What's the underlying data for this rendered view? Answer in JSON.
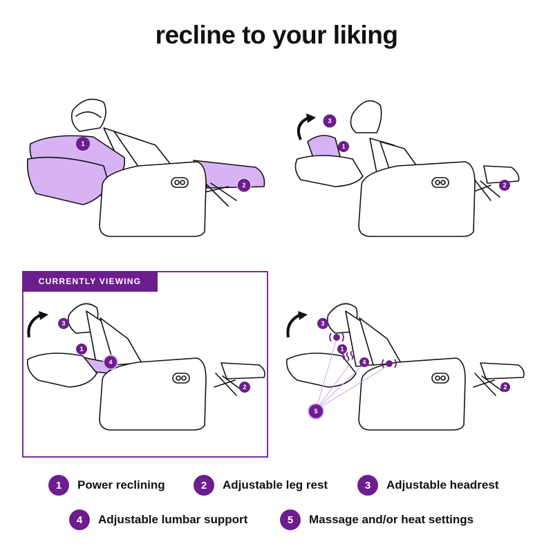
{
  "title": "recline to your liking",
  "viewing_label": "CURRENTLY VIEWING",
  "accent_color": "#6c1d8e",
  "highlight_color": "#d7b3f3",
  "legend": [
    {
      "num": "1",
      "label": "Power reclining"
    },
    {
      "num": "2",
      "label": "Adjustable leg rest"
    },
    {
      "num": "3",
      "label": "Adjustable headrest"
    },
    {
      "num": "4",
      "label": "Adjustable lumbar support"
    },
    {
      "num": "5",
      "label": "Massage and/or heat settings"
    }
  ],
  "panels": [
    {
      "badges": [
        "1",
        "2"
      ]
    },
    {
      "badges": [
        "3",
        "1",
        "2"
      ]
    },
    {
      "badges": [
        "3",
        "1",
        "4",
        "2"
      ]
    },
    {
      "badges": [
        "3",
        "1",
        "4",
        "2",
        "5"
      ]
    }
  ],
  "icons": [
    "recline-arrow-icon",
    "vibration-icon",
    "heat-icon",
    "control-button-icon"
  ]
}
